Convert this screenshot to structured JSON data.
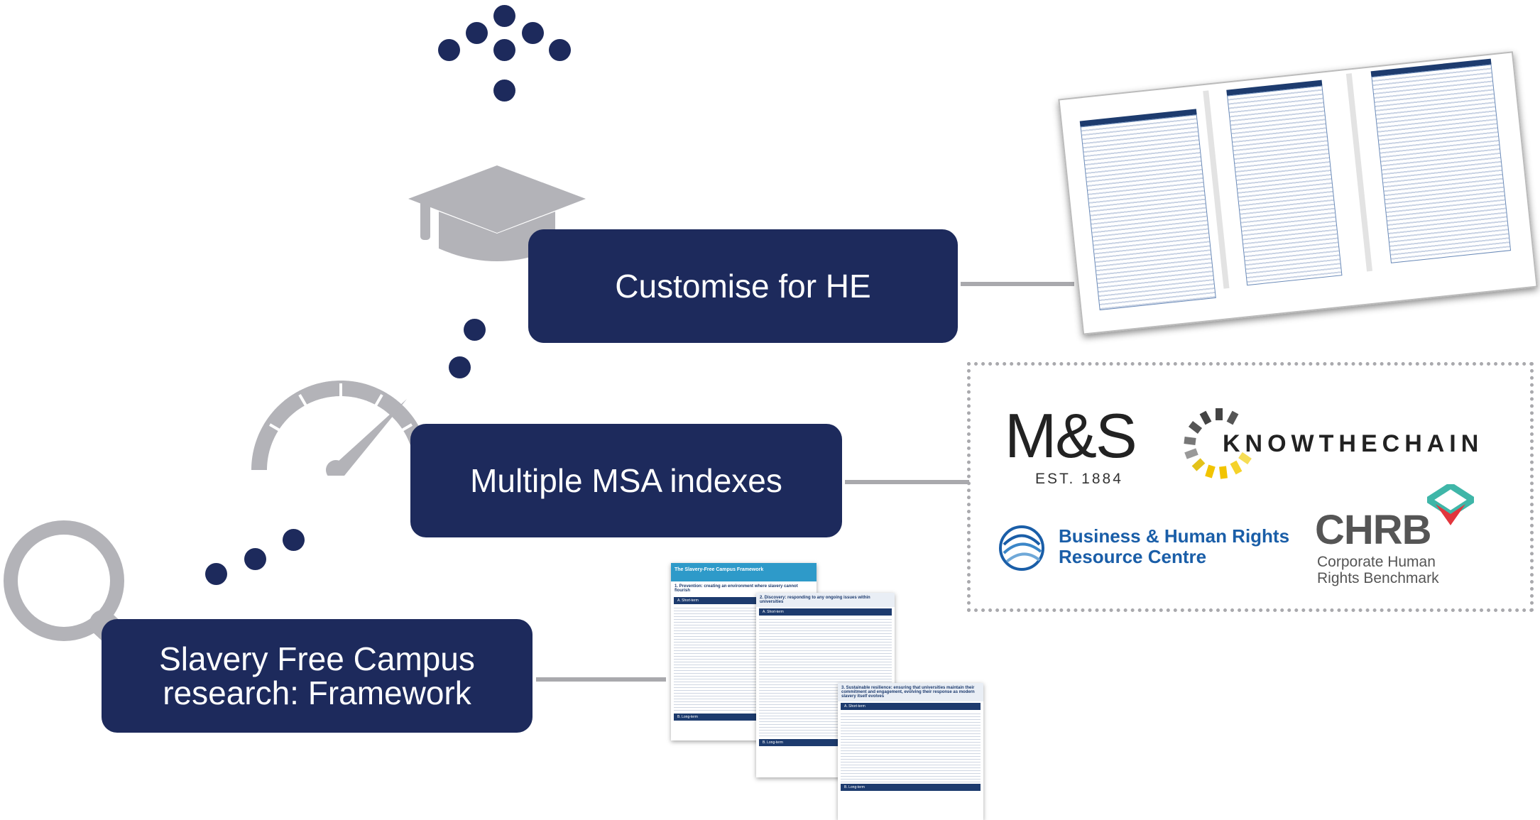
{
  "steps": [
    {
      "label": "Customise for HE"
    },
    {
      "label": "Multiple MSA indexes"
    },
    {
      "label": "Slavery Free Campus\nresearch: Framework"
    }
  ],
  "logos": {
    "ms": {
      "name": "M&S",
      "est": "EST. 1884"
    },
    "ktc": {
      "name": "KNOWTHECHAIN"
    },
    "bhrrc": {
      "line1": "Business & Human Rights",
      "line2": "Resource Centre"
    },
    "chrb": {
      "abbr": "CHRB",
      "line1": "Corporate Human",
      "line2": "Rights Benchmark"
    }
  },
  "framework_doc": {
    "title": "The Slavery-Free Campus Framework",
    "section1": "1. Prevention: creating an environment where slavery cannot flourish",
    "section2": "2. Discovery: responding to any ongoing issues within universities",
    "section3": "3. Sustainable resilience: ensuring that universities maintain their commitment and engagement, evolving their response as modern slavery itself evolves",
    "short_term": "A. Short-term",
    "long_term": "B. Long-term"
  },
  "colors": {
    "navy": "#1d2a5c",
    "grey": "#a9a9ad",
    "doc_header": "#2e9ac9",
    "chrb_teal": "#3fb6a8",
    "chrb_red": "#e2363d",
    "bhrrc_blue": "#1a5ea8"
  },
  "icons": [
    "graduation-cap-icon",
    "speedometer-icon",
    "magnifying-glass-icon"
  ]
}
